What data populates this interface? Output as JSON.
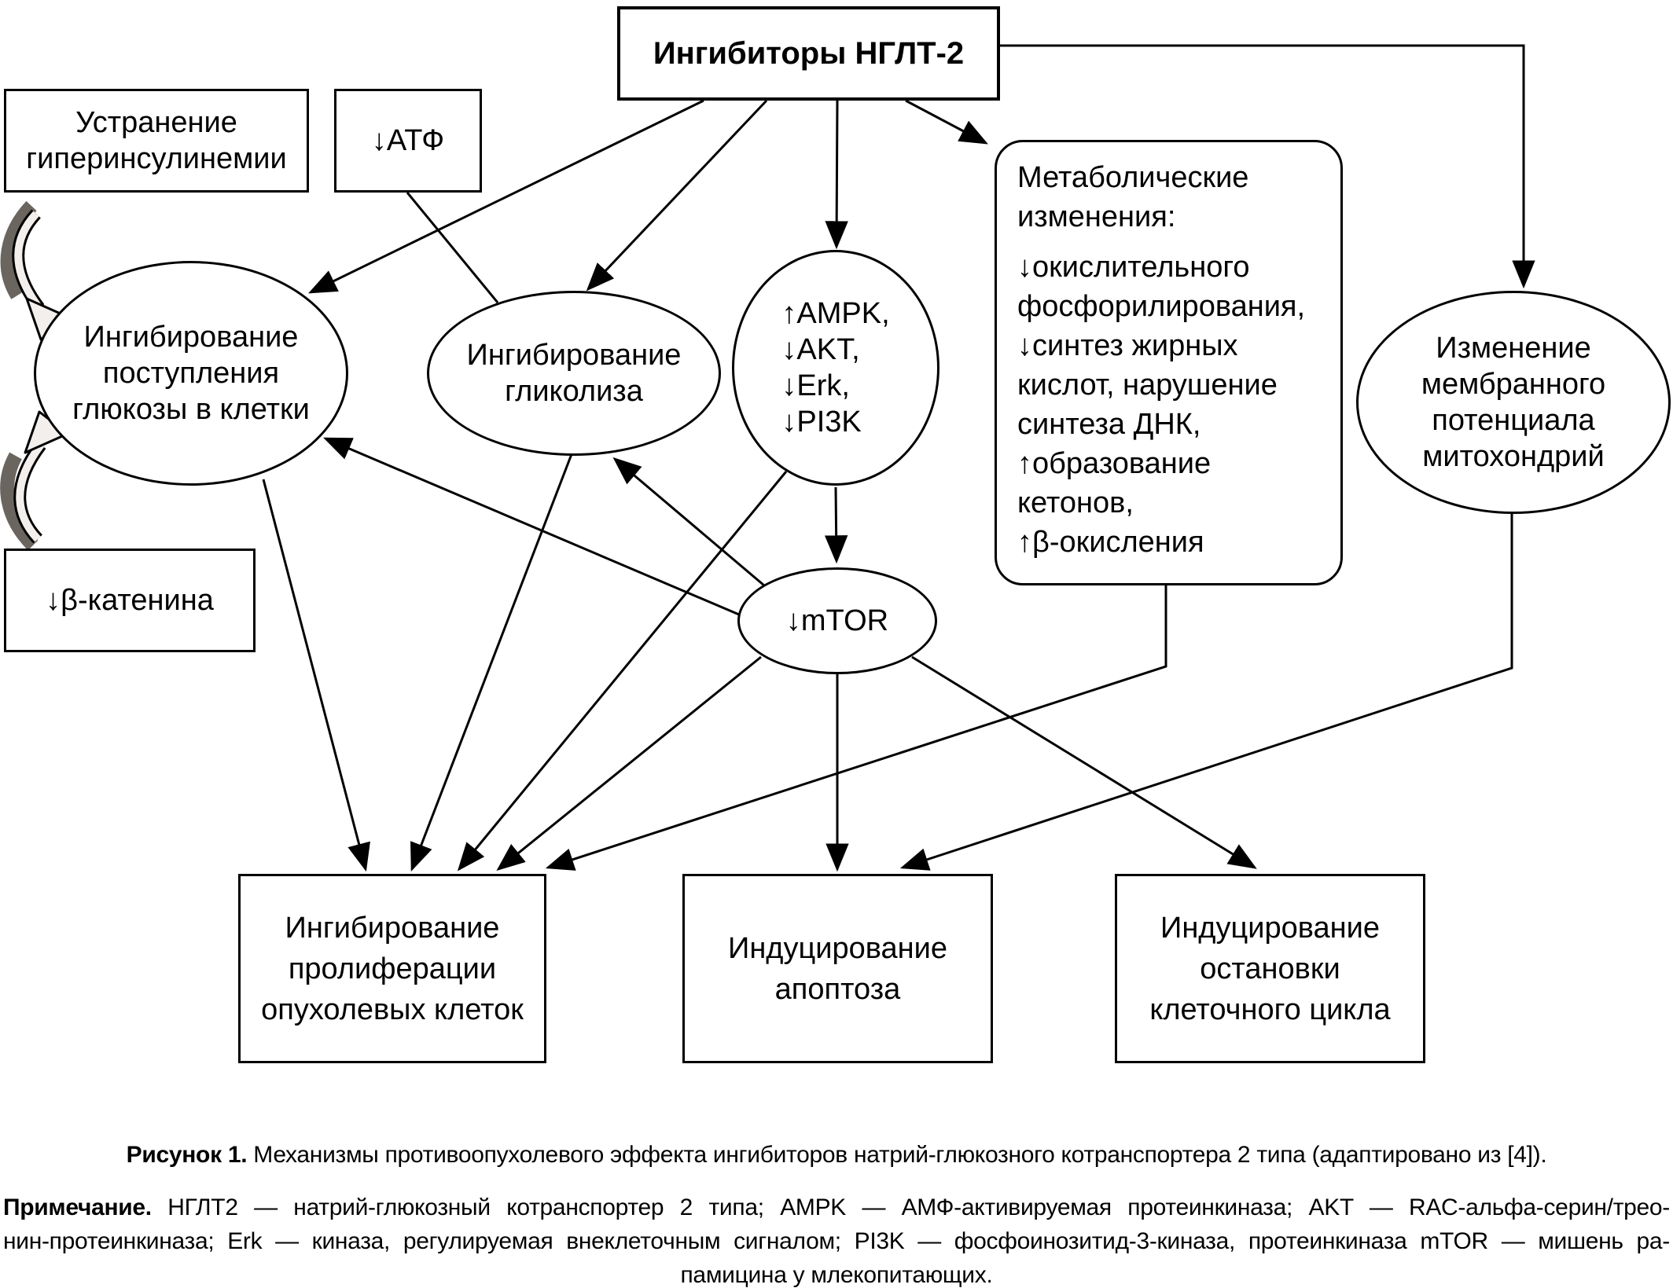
{
  "nodes": {
    "title": "Ингибиторы НГЛТ-2",
    "hyperinsulinemia": "Устранение\nгиперинсулинемии",
    "atp": "↓АТФ",
    "beta_catenin": "↓β-катенина",
    "glucose_uptake": "Ингибирование\nпоступления\nглюкозы в клетки",
    "glycolysis": "Ингибирование\nгликолиза",
    "kinases": "↑AMPK,\n↓AKT,\n↓Erk,\n↓PI3K",
    "metabolic_heading": "Метаболические\nизменения:",
    "metabolic_body": "↓окислительного\nфосфорилирования,\n↓синтез жирных\nкислот, нарушение\nсинтеза ДНК,\n↑образование\nкетонов,\n↑β-окисления",
    "membrane_potential": "Изменение\nмембранного\nпотенциала\nмитохондрий",
    "mtor": "↓mTOR",
    "proliferation": "Ингибирование\nпролиферации\nопухолевых клеток",
    "apoptosis": "Индуцирование\nапоптоза",
    "cell_cycle": "Индуцирование\nостановки\nклеточного цикла"
  },
  "edges": [
    {
      "from": "title",
      "to": "glucose_uptake"
    },
    {
      "from": "title",
      "to": "glycolysis"
    },
    {
      "from": "title",
      "to": "kinases"
    },
    {
      "from": "title",
      "to": "metabolic_changes"
    },
    {
      "from": "title",
      "to": "membrane_potential"
    },
    {
      "from": "atp",
      "to": "glycolysis"
    },
    {
      "from": "kinases",
      "to": "mtor"
    },
    {
      "from": "mtor",
      "to": "glycolysis"
    },
    {
      "from": "mtor",
      "to": "glucose_uptake"
    },
    {
      "from": "hyperinsulinemia",
      "to": "glucose_uptake",
      "style": "block-ribbon"
    },
    {
      "from": "beta_catenin",
      "to": "glucose_uptake",
      "style": "block-ribbon"
    },
    {
      "from": "glucose_uptake",
      "to": "proliferation"
    },
    {
      "from": "glycolysis",
      "to": "proliferation"
    },
    {
      "from": "kinases",
      "to": "proliferation"
    },
    {
      "from": "mtor",
      "to": "proliferation"
    },
    {
      "from": "metabolic_changes",
      "to": "proliferation"
    },
    {
      "from": "mtor",
      "to": "apoptosis"
    },
    {
      "from": "membrane_potential",
      "to": "apoptosis"
    },
    {
      "from": "mtor",
      "to": "cell_cycle"
    }
  ],
  "figure": {
    "caption": {
      "label": "Рисунок 1.",
      "text": "Механизмы противоопухолевого эффекта ингибиторов натрий-глюкозного котранспортера 2 типа (адаптировано из [4])."
    },
    "note": {
      "label": "Примечание.",
      "line1": "НГЛТ2 — натрий-глюкозный котранспортер 2 типа; AMPK — АМФ-активируемая протеинкиназа; AKT — RAC-альфа-серин/трео-",
      "line2": "нин-протеинкиназа; Erk — киназа, регулируемая внеклеточным сигналом; PI3K — фосфоинозитид-3-киназа, протеинкиназа mTOR — мишень ра-",
      "line3": "памицина у млекопитающих."
    }
  },
  "colors": {
    "line": "#000000",
    "background": "#ffffff",
    "ribbon_dark": "#6b655f",
    "ribbon_light": "#f2efec"
  }
}
